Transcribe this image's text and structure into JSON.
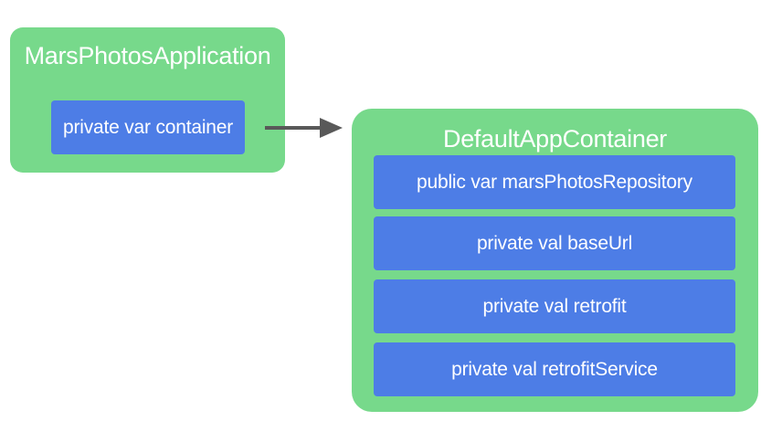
{
  "app_box": {
    "title": "MarsPhotosApplication",
    "fields": [
      "private var container"
    ]
  },
  "container_box": {
    "title": "DefaultAppContainer",
    "fields": [
      "public var marsPhotosRepository",
      "private val baseUrl",
      "private val retrofit",
      "private val retrofitService"
    ]
  },
  "colors": {
    "box_fill": "#77d98b",
    "field_fill": "#4d7de6",
    "arrow": "#595959",
    "text": "#ffffff"
  }
}
